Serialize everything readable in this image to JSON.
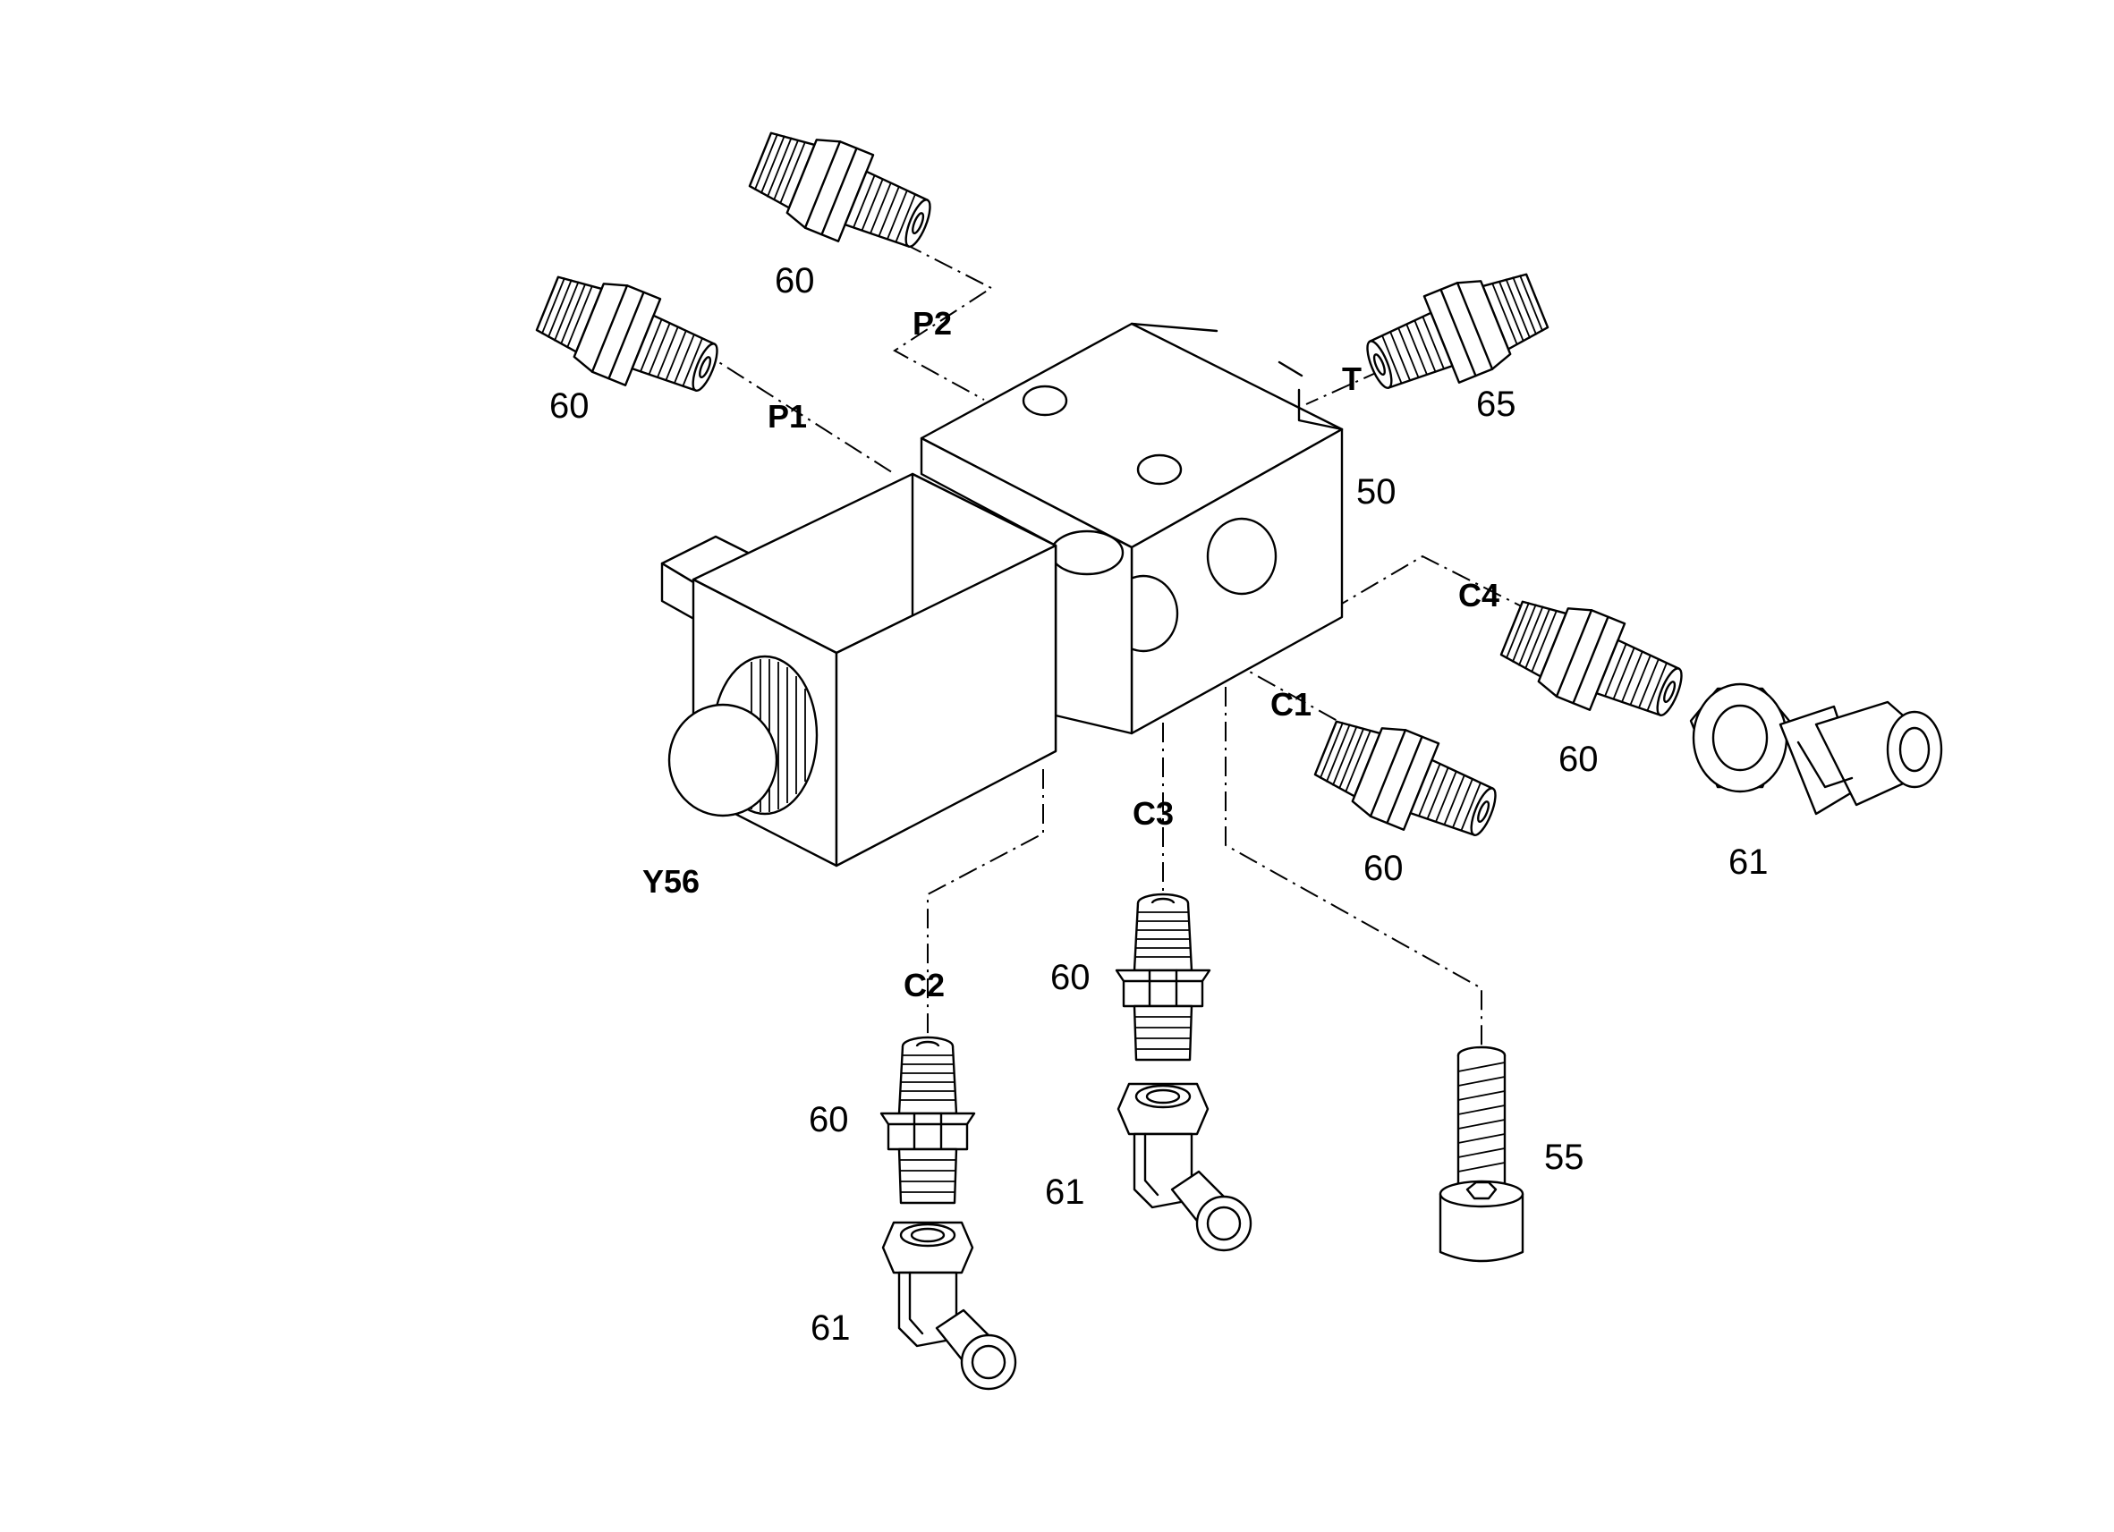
{
  "labels": {
    "fitting_p2": "60",
    "fitting_p1": "60",
    "fitting_t": "65",
    "valve_body": "50",
    "fitting_c4": "60",
    "elbow_c4": "61",
    "fitting_c1": "60",
    "fitting_c3": "60",
    "elbow_c3": "61",
    "fitting_c2": "60",
    "elbow_c2": "61",
    "bolt": "55",
    "solenoid": "Y56"
  },
  "ports": {
    "p1": "P1",
    "p2": "P2",
    "t": "T",
    "c1": "C1",
    "c2": "C2",
    "c3": "C3",
    "c4": "C4"
  }
}
